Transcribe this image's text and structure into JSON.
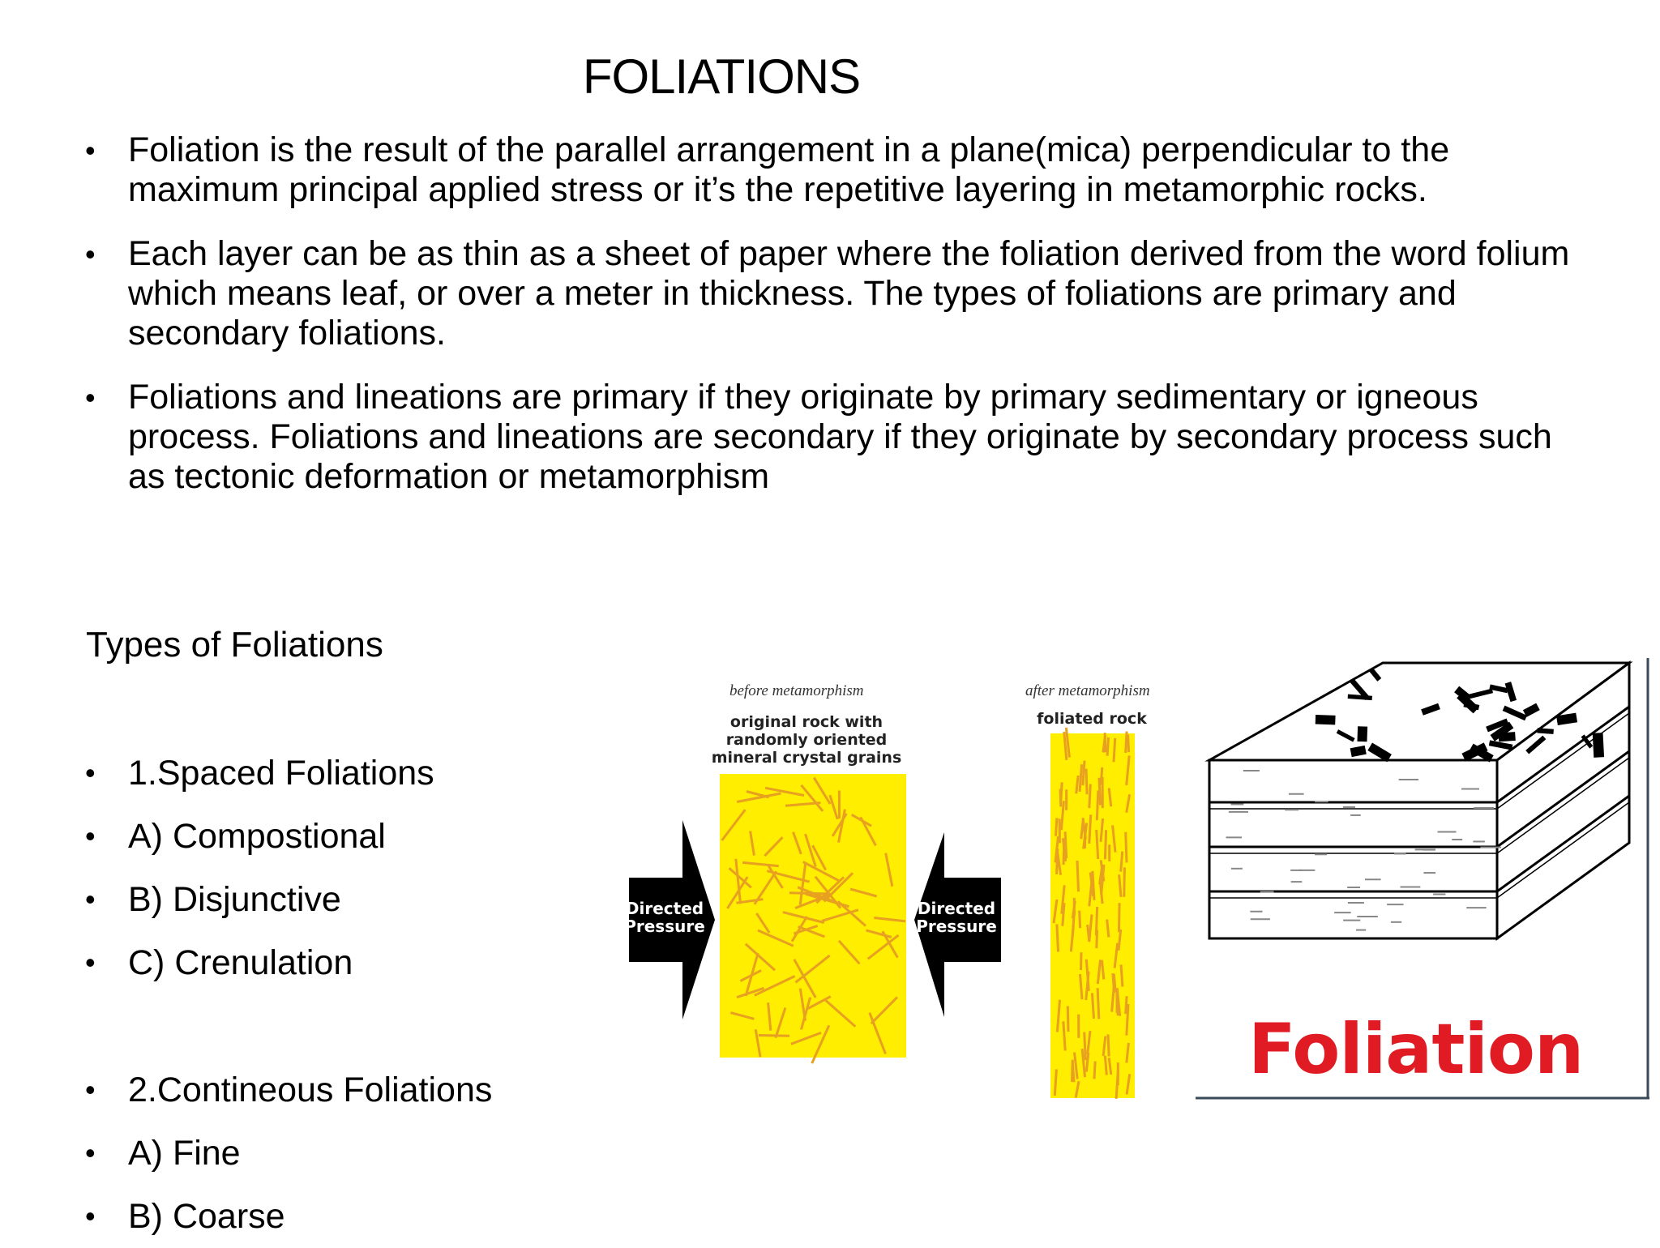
{
  "title": "FOLIATIONS",
  "intro_bullets": [
    " Foliation is the result of the parallel arrangement  in a plane(mica) perpendicular to the maximum principal applied stress or it’s the  repetitive layering in metamorphic rocks.",
    " Each layer can be as thin as a sheet of paper where the foliation derived from the word folium which means leaf, or over a meter in thickness. The types of foliations are primary and secondary foliations.",
    "Foliations and lineations are primary if they originate by primary sedimentary or igneous process.  Foliations and lineations are secondary if they originate by secondary process such as tectonic deformation or metamorphism"
  ],
  "types_heading": "Types of Foliations",
  "types_group1": [
    "1.Spaced Foliations",
    "A) Compostional",
    "B) Disjunctive",
    "C) Crenulation"
  ],
  "types_group2": [
    "2.Contineous Foliations",
    "A) Fine",
    "B) Coarse"
  ],
  "figure_metamorphism": {
    "before_caption": "before metamorphism",
    "before_label_lines": [
      "original rock with",
      "randomly oriented",
      "mineral crystal grains"
    ],
    "after_caption": "after metamorphism",
    "after_label": "foliated rock",
    "arrow_label_lines": [
      "Directed",
      "Pressure"
    ],
    "rock_color": "#ffee00",
    "grain_color": "#e8a020"
  },
  "figure_block": {
    "label": "Foliation",
    "label_color": "#e01b24"
  }
}
